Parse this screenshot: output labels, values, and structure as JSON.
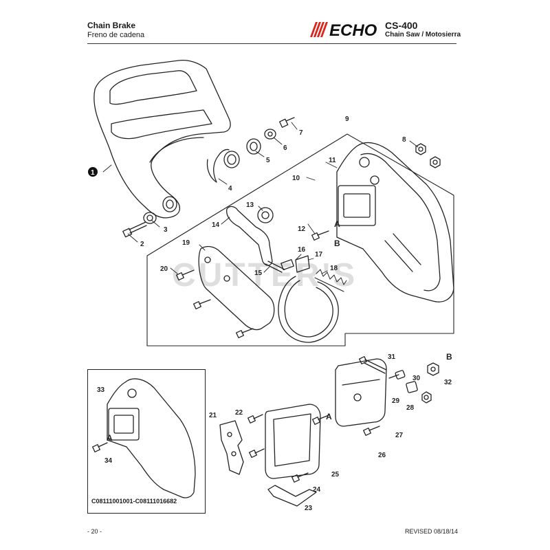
{
  "header": {
    "title": "Chain Brake",
    "subtitle": "Freno de cadena",
    "brand": "ECHO",
    "model": "CS-400",
    "model_desc": "Chain Saw / Motosierra"
  },
  "watermark": "CUTTER'S",
  "inset": {
    "serial_range": "C08111001001-C08111016682"
  },
  "callouts": {
    "c1": "1",
    "c2": "2",
    "c3": "3",
    "c4": "4",
    "c5": "5",
    "c6": "6",
    "c7": "7",
    "c8": "8",
    "c9": "9",
    "c10": "10",
    "c11": "11",
    "c12": "12",
    "c13": "13",
    "c14": "14",
    "c15": "15",
    "c16": "16",
    "c17": "17",
    "c18": "18",
    "c19": "19",
    "c20": "20",
    "c21": "21",
    "c22": "22",
    "c23": "23",
    "c24": "24",
    "c25": "25",
    "c26": "26",
    "c27": "27",
    "c28": "28",
    "c29": "29",
    "c30": "30",
    "c31": "31",
    "c32": "32",
    "c33": "33",
    "c34": "34"
  },
  "refs": {
    "a": "A",
    "b": "B"
  },
  "footer": {
    "page": "- 20 -",
    "revised": "REVISED 08/18/14"
  }
}
